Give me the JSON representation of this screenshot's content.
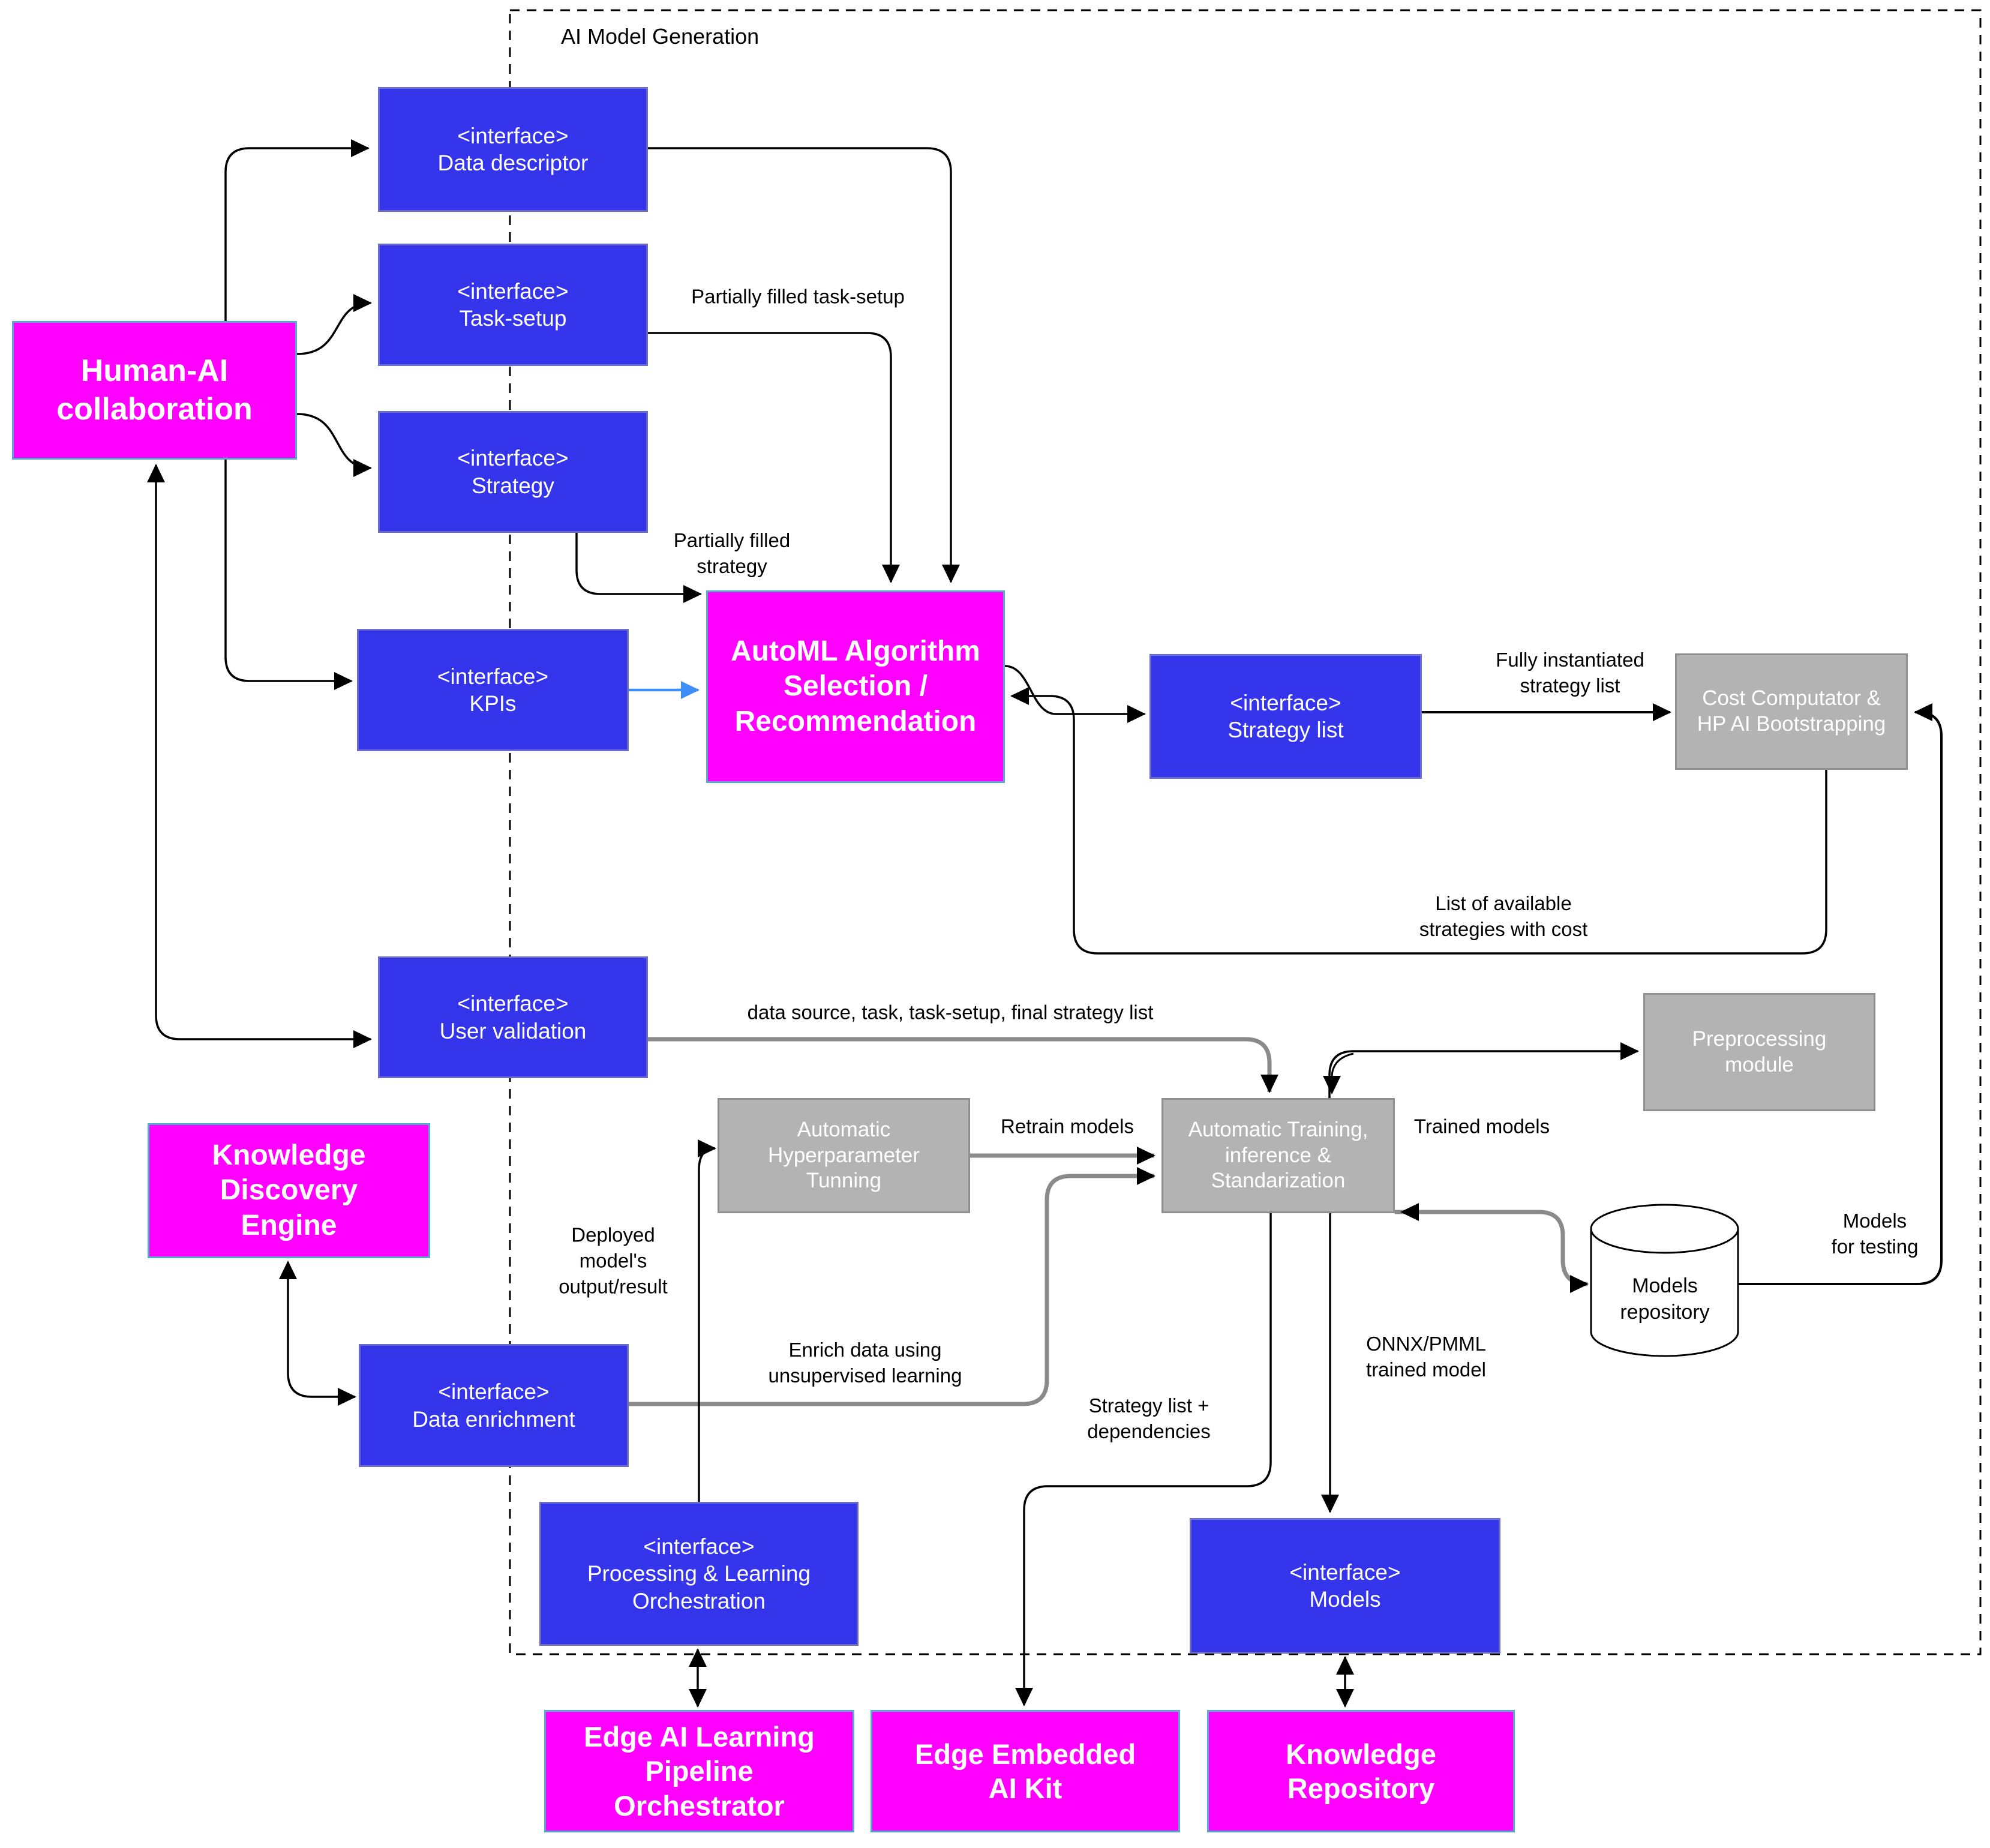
{
  "diagram": {
    "container_label": "AI Model Generation",
    "nodes": {
      "human_ai": "Human-AI\ncollaboration",
      "data_descriptor": "<interface>\nData descriptor",
      "task_setup": "<interface>\nTask-setup",
      "strategy": "<interface>\nStrategy",
      "kpis": "<interface>\nKPIs",
      "automl": "AutoML Algorithm\nSelection /\nRecommendation",
      "strategy_list": "<interface>\nStrategy list",
      "cost_computator": "Cost Computator &\nHP AI Bootstrapping",
      "user_validation": "<interface>\nUser validation",
      "preprocessing": "Preprocessing\nmodule",
      "hp_tunning": "Automatic\nHyperparameter\nTunning",
      "auto_training": "Automatic Training,\ninference &\nStandarization",
      "knowledge_discovery": "Knowledge\nDiscovery\nEngine",
      "models_repository": "Models\nrepository",
      "data_enrichment": "<interface>\nData enrichment",
      "processing_learning": "<interface>\nProcessing & Learning\nOrchestration",
      "models": "<interface>\nModels",
      "edge_ai_learning": "Edge AI Learning\nPipeline\nOrchestrator",
      "edge_embedded": "Edge Embedded\nAI Kit",
      "knowledge_repository": "Knowledge\nRepository"
    },
    "edge_labels": {
      "partially_filled_task_setup": "Partially filled task-setup",
      "partially_filled_strategy": "Partially filled\nstrategy",
      "fully_instantiated": "Fully instantiated\nstrategy list",
      "list_available": "List of available\nstrategies with cost",
      "data_source": "data source, task, task-setup, final strategy list",
      "retrain_models": "Retrain models",
      "trained_models": "Trained models",
      "models_for_testing": "Models\nfor testing",
      "deployed_output": "Deployed\nmodel's\noutput/result",
      "enrich_data": "Enrich data using\nunsupervised learning",
      "strategy_dependencies": "Strategy list +\ndependencies",
      "onnx_pmml": "ONNX/PMML\ntrained model"
    },
    "colors": {
      "blue_box": "#3434eb",
      "magenta_box": "#ff00ff",
      "gray_box": "#b3b3b3",
      "magenta_border": "#55aacb",
      "blue_border": "#6b6bc8",
      "arrow_black": "#000000",
      "arrow_gray": "#8a8a8a",
      "arrow_blue": "#3e8ef7",
      "cylinder_fill": "#ffffff"
    }
  }
}
